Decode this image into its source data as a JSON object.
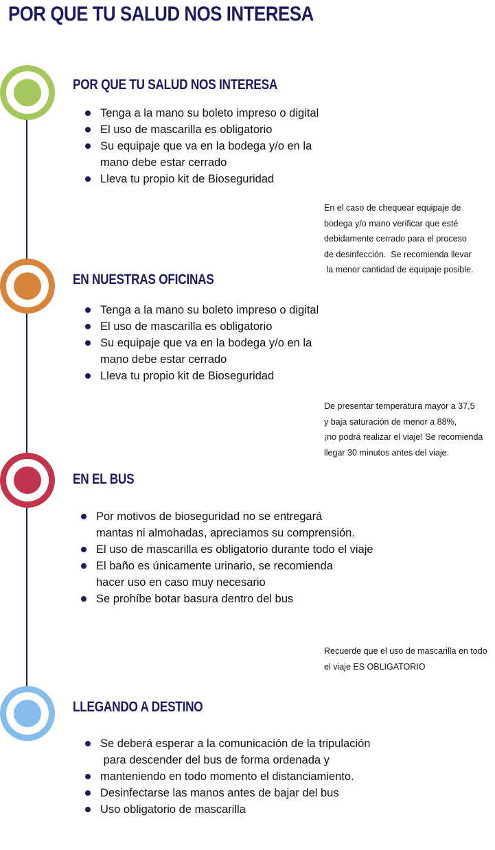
{
  "colors": {
    "navy": "#1d1a5c",
    "green": "#a5c75b",
    "orange": "#d8843b",
    "red": "#c1344e",
    "blue": "#86bcec"
  },
  "title": "POR QUE TU SALUD NOS INTERESA",
  "sections": [
    {
      "heading": "POR QUE TU SALUD NOS INTERESA",
      "icon": "green-circle-icon",
      "bullets": [
        "Tenga a la mano su boleto impreso o digital",
        "El uso de mascarilla es obligatorio",
        "Su equipaje que va en la bodega y/o en la\nmano debe estar cerrado",
        "Lleva tu propio kit de Bioseguridad"
      ],
      "note": "En el caso de chequear equipaje de\nbodega y/o mano verificar que esté\ndebidamente cerrado para el proceso\nde desinfección.  Se recomienda llevar\n la menor cantidad de equipaje posible."
    },
    {
      "heading": "EN NUESTRAS OFICINAS",
      "icon": "orange-circle-icon",
      "bullets": [
        "Tenga a la mano su boleto impreso o digital",
        "El uso de mascarilla es obligatorio",
        "Su equipaje que va en la bodega y/o en la\nmano debe estar cerrado",
        "Lleva tu propio kit de Bioseguridad"
      ],
      "note": "De presentar temperatura mayor a 37,5\ny baja saturación de menor a 88%,\n¡no podrá realizar el viaje! Se recomienda\nllegar 30 minutos antes del viaje."
    },
    {
      "heading": "EN EL BUS",
      "icon": "red-circle-icon",
      "bullets": [
        "Por motivos de bioseguridad no se entregará\nmantas ni almohadas, apreciamos su comprensión.",
        "El uso de mascarilla es obligatorio durante todo el viaje",
        "El baño es únicamente urinario, se recomienda\nhacer uso en caso muy necesario",
        "Se prohíbe botar basura dentro del bus"
      ],
      "note": "Recuerde que el uso de mascarilla en todo\nel viaje ES OBLIGATORIO"
    },
    {
      "heading": "LLEGANDO A DESTINO",
      "icon": "blue-circle-icon",
      "bullets": [
        "Se deberá esperar a la comunicación de la tripulación\n para descender del bus de forma ordenada y",
        "manteniendo en todo momento el distanciamiento.",
        "Desinfectarse las manos antes de bajar del bus",
        "Uso obligatorio de mascarilla"
      ],
      "note": ""
    }
  ]
}
